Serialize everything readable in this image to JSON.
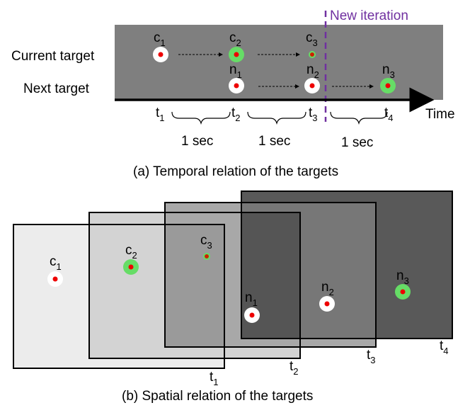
{
  "temporal": {
    "row_labels": {
      "current": "Current target",
      "next": "Next target"
    },
    "new_iteration": "New iteration",
    "time_label": "Time",
    "times": [
      {
        "base": "t",
        "sub": "1"
      },
      {
        "base": "t",
        "sub": "2"
      },
      {
        "base": "t",
        "sub": "3"
      },
      {
        "base": "t",
        "sub": "4"
      }
    ],
    "intervals": [
      "1 sec",
      "1 sec",
      "1 sec"
    ],
    "current_targets": [
      {
        "base": "c",
        "sub": "1"
      },
      {
        "base": "c",
        "sub": "2"
      },
      {
        "base": "c",
        "sub": "3"
      }
    ],
    "next_targets": [
      {
        "base": "n",
        "sub": "1"
      },
      {
        "base": "n",
        "sub": "2"
      },
      {
        "base": "n",
        "sub": "3"
      }
    ],
    "caption": "(a) Temporal relation of the targets"
  },
  "spatial": {
    "frames": [
      {
        "base": "t",
        "sub": "1"
      },
      {
        "base": "t",
        "sub": "2"
      },
      {
        "base": "t",
        "sub": "3"
      },
      {
        "base": "t",
        "sub": "4"
      }
    ],
    "targets": [
      {
        "base": "c",
        "sub": "1"
      },
      {
        "base": "c",
        "sub": "2"
      },
      {
        "base": "c",
        "sub": "3"
      },
      {
        "base": "n",
        "sub": "1"
      },
      {
        "base": "n",
        "sub": "2"
      },
      {
        "base": "n",
        "sub": "3"
      }
    ],
    "caption": "(b) Spatial relation of the targets"
  },
  "colors": {
    "panel": "#7f7f7f",
    "new_iteration": "#7030a0",
    "target_white": "#ffffff",
    "target_green": "#66dd66",
    "dot_red": "#ee0000",
    "frame_fills": [
      "#ececec",
      "#d3d3d3",
      "#a8a8a8",
      "#777777",
      "#555555",
      "#595959"
    ]
  }
}
